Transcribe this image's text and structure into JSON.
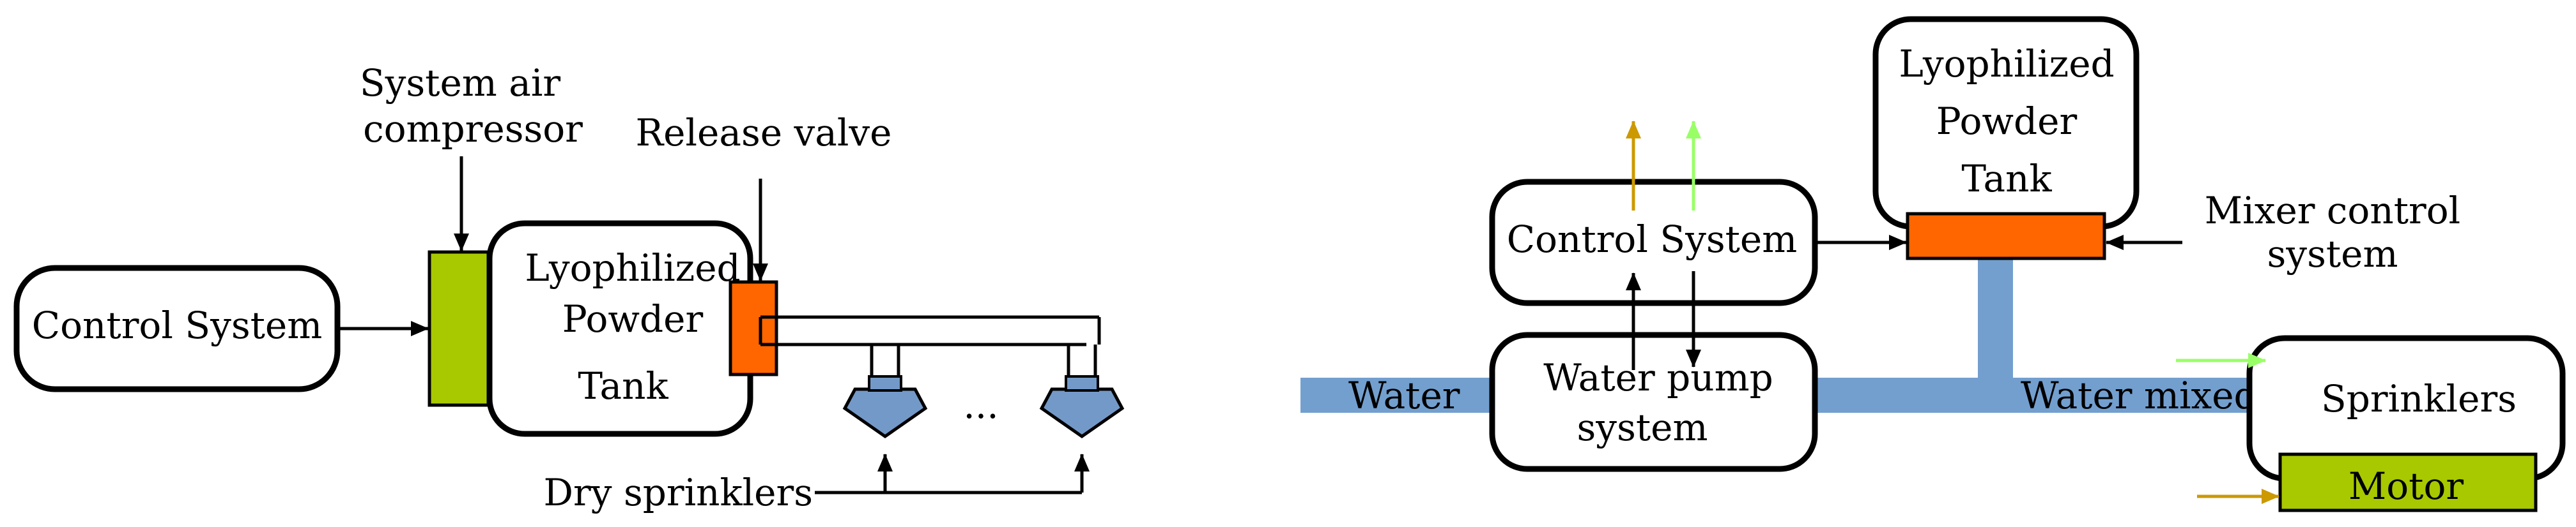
{
  "colors": {
    "green_block": "#A8C800",
    "orange_valve": "#FF6600",
    "blue_pipe": "#739FCF",
    "blue_sprinkler": "#7399C8",
    "arrow_gold": "#CC9900",
    "arrow_lightgreen": "#99FF66"
  },
  "left": {
    "control_system": "Control System",
    "compressor_line1": "System air",
    "compressor_line2": "compressor",
    "release_valve": "Release valve",
    "tank_line1": "Lyophilized",
    "tank_line2": "Powder",
    "tank_line3": "Tank",
    "ellipsis": "...",
    "dry_sprinklers": "Dry sprinklers"
  },
  "right": {
    "water": "Water",
    "control_system": "Control System",
    "pump_line1": "Water pump",
    "pump_line2": "system",
    "tank_line1": "Lyophilized",
    "tank_line2": "Powder",
    "tank_line3": "Tank",
    "mixer_line1": "Mixer control",
    "mixer_line2": "system",
    "water_mixed": "Water mixed",
    "sprinklers": "Sprinklers",
    "motor": "Motor"
  }
}
